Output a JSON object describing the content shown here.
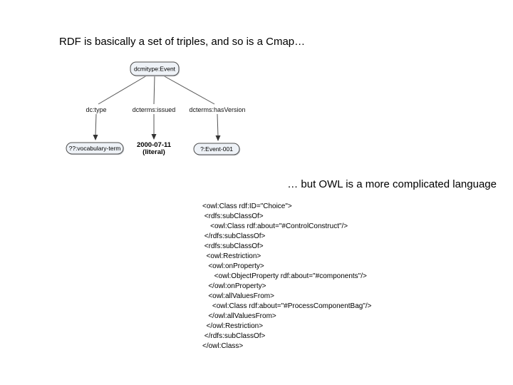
{
  "slide": {
    "title": "RDF is basically a set of triples, and so is a Cmap…",
    "subtitle": "… but OWL is a more complicated language"
  },
  "diagram": {
    "root": "dcmitype:Event",
    "edges": [
      {
        "label": "dc:type",
        "target": "??:vocabulary-term",
        "target_kind": "concept-node"
      },
      {
        "label": "dcterms:issued",
        "target": "2000-07-11",
        "target_note": "(literal)",
        "target_kind": "literal-text"
      },
      {
        "label": "dcterms:hasVersion",
        "target": "?:Event-001",
        "target_kind": "concept-node"
      }
    ],
    "colors": {
      "node_fill": "#eef2f7",
      "node_border": "#4d4d4d",
      "line": "#555555",
      "arrow": "#333333"
    }
  },
  "code": {
    "lines": [
      "<owl:Class rdf:ID=\"Choice\">",
      " <rdfs:subClassOf>",
      "    <owl:Class rdf:about=\"#ControlConstruct\"/>",
      " </rdfs:subClassOf>",
      " <rdfs:subClassOf>",
      "  <owl:Restriction>",
      "   <owl:onProperty>",
      "      <owl:ObjectProperty rdf:about=\"#components\"/>",
      "   </owl:onProperty>",
      "   <owl:allValuesFrom>",
      "     <owl:Class rdf:about=\"#ProcessComponentBag\"/>",
      "   </owl:allValuesFrom>",
      "  </owl:Restriction>",
      " </rdfs:subClassOf>",
      "</owl:Class>"
    ]
  }
}
